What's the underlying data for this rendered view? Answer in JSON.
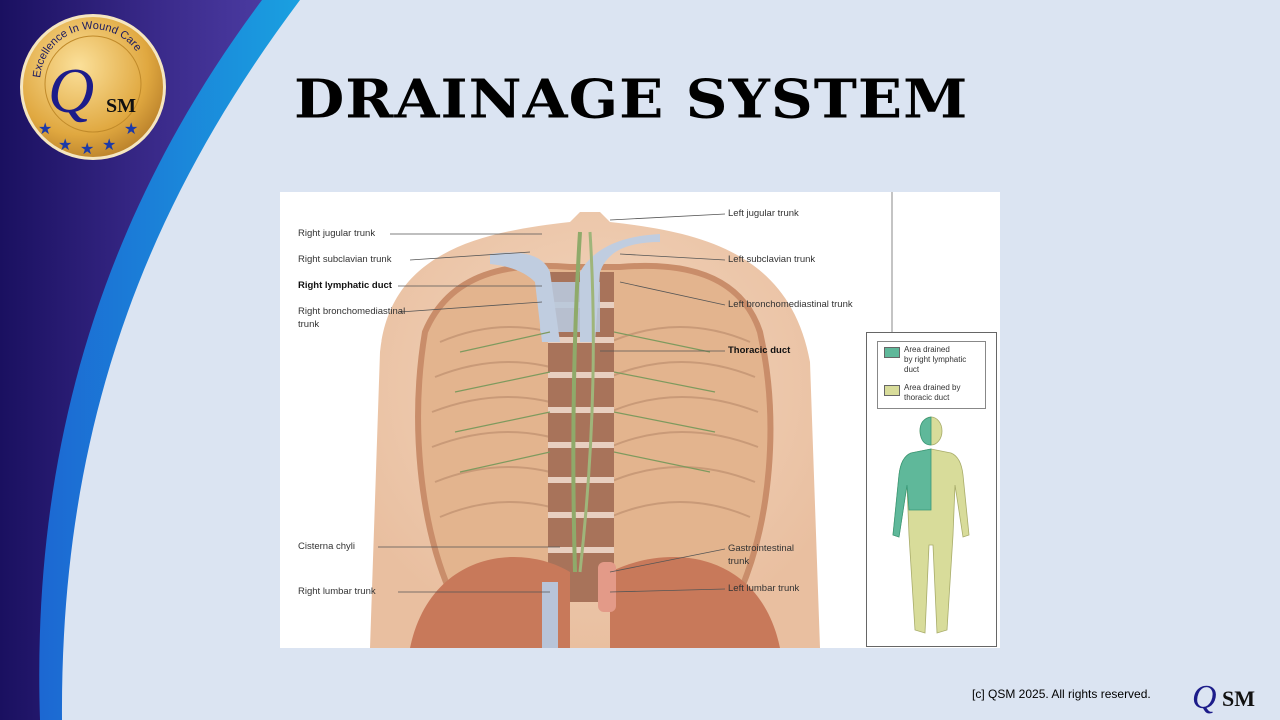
{
  "logo": {
    "ring_text": "Excellence In Wound Care",
    "monogram": "QSM",
    "stars": 5
  },
  "title": "DRAINAGE SYSTEM",
  "figure": {
    "left_labels": [
      {
        "text": "Right jugular trunk",
        "bold": false
      },
      {
        "text": "Right subclavian trunk",
        "bold": false
      },
      {
        "text": "Right lymphatic duct",
        "bold": true
      },
      {
        "text": "Right bronchomediastinal",
        "bold": false
      },
      {
        "text": "trunk",
        "bold": false
      },
      {
        "text": "Cisterna chyli",
        "bold": false
      },
      {
        "text": "Right lumbar trunk",
        "bold": false
      }
    ],
    "right_labels": [
      {
        "text": "Left jugular trunk",
        "bold": false
      },
      {
        "text": "Left subclavian trunk",
        "bold": false
      },
      {
        "text": "Left bronchomediastinal trunk",
        "bold": false
      },
      {
        "text": "Thoracic duct",
        "bold": true
      },
      {
        "text": "Gastrointestinal",
        "bold": false
      },
      {
        "text": "trunk",
        "bold": false
      },
      {
        "text": "Left lumbar trunk",
        "bold": false
      }
    ],
    "legend": {
      "items": [
        {
          "lines": [
            "Area drained",
            "by right lymphatic",
            "duct"
          ],
          "color": "#5fb89a"
        },
        {
          "lines": [
            "Area drained by",
            "thoracic duct"
          ],
          "color": "#d8dc9a"
        }
      ]
    }
  },
  "footer": {
    "copyright": "[c] QSM 2025. All rights reserved.",
    "logo": "QSM"
  }
}
